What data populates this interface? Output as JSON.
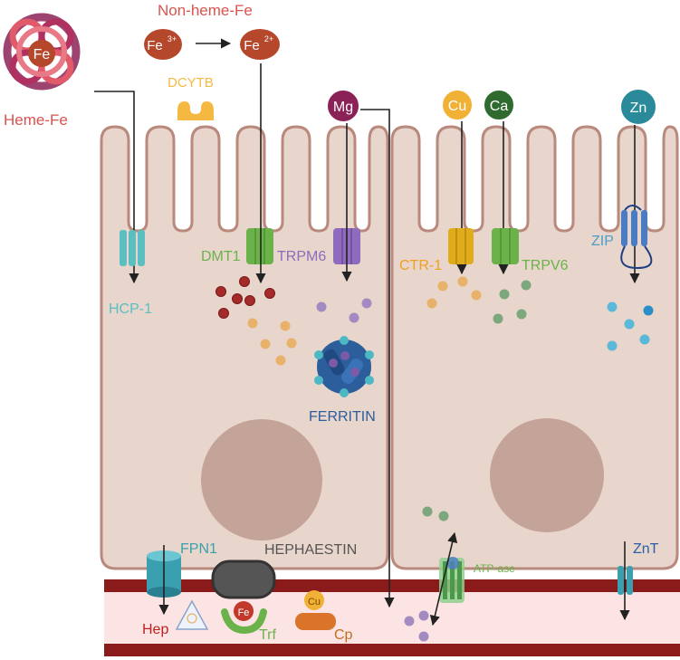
{
  "labels": {
    "nonheme": "Non-heme-Fe",
    "heme": "Heme-Fe",
    "fe_center": "Fe",
    "fe3": "Fe",
    "fe3_sup": "3+",
    "fe2": "Fe",
    "fe2_sup": "2+",
    "dcytb": "DCYTB",
    "mg": "Mg",
    "cu": "Cu",
    "ca": "Ca",
    "zn": "Zn",
    "hcp1": "HCP-1",
    "dmt1": "DMT1",
    "trpm6": "TRPM6",
    "ctr1": "CTR-1",
    "trpv6": "TRPV6",
    "zip": "ZIP",
    "ferritin": "FERRITIN",
    "fpn1": "FPN1",
    "hephaestin": "HEPHAESTIN",
    "atpase": "ATP-ase",
    "znt": "ZnT",
    "hep": "Hep",
    "trf": "Trf",
    "trf_fe": "Fe",
    "cp": "Cp",
    "cp_cu": "Cu"
  },
  "colors": {
    "cell_fill": "#e8d5cc",
    "cell_stroke": "#b8897c",
    "nucleus": "#c4a399",
    "vessel_wall": "#8b1a1a",
    "vessel_lumen": "#fde4e4",
    "iron": "#b5472b",
    "heme_text": "#d9534f",
    "dcytb": "#f5b942",
    "mg": "#8b2257",
    "cu": "#f0b135",
    "ca": "#2f6b2f",
    "zn": "#2a8a9a",
    "hcp1": "#5bbfc2",
    "dmt1": "#6bb24a",
    "trpm6": "#8e6bbd",
    "ctr1": "#e0ac1a",
    "trpv6": "#6bb24a",
    "zip": "#4a7cc4",
    "ferritin": "#2c5e9c",
    "fpn1": "#3aa0b0",
    "hephaestin": "#555555",
    "znt": "#3aa0b0"
  }
}
